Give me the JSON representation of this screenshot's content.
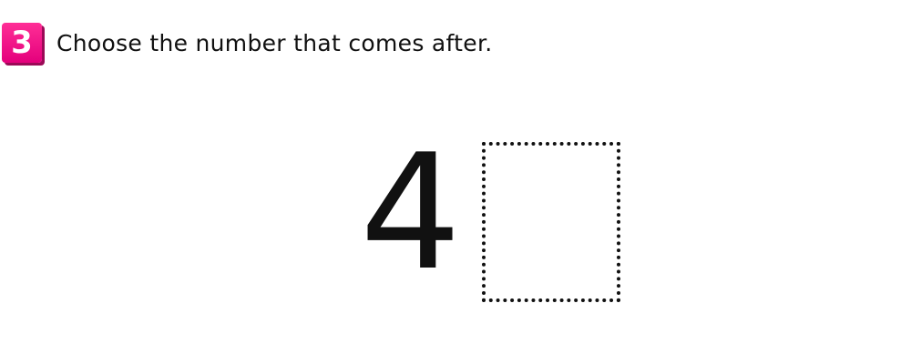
{
  "question": {
    "number": "3",
    "instruction": "Choose the number that comes after.",
    "badge_color": "#e4007c"
  },
  "problem": {
    "given_number": "4",
    "answer": ""
  }
}
